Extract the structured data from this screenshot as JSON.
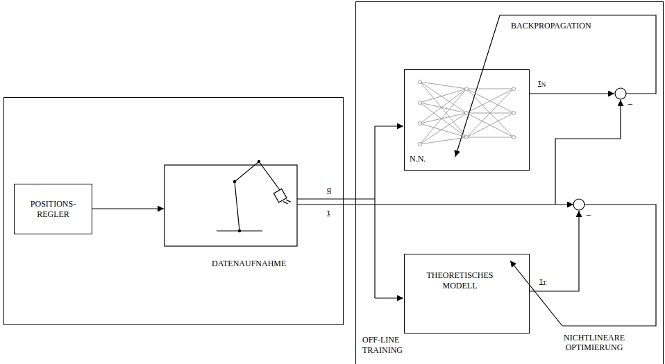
{
  "diagram": {
    "nodes": [
      {
        "text": [
          "DATENAUFNAHME"
        ]
      },
      {
        "text": [
          "POSITIONS- REGLER"
        ],
        "in": 0
      },
      {
        "text": [
          "OFF-LINE TRAINING"
        ]
      },
      {
        "text": [
          "N.N."
        ],
        "in": 2
      },
      {
        "text": [
          "THEORETISCHES MODELL"
        ],
        "in": 2
      }
    ],
    "labels": [
      "q",
      "τ",
      "BACKPROPAGATION",
      "τN",
      "−",
      "τT",
      "−",
      "NICHTLINEARE OPTIMIERUNG"
    ]
  }
}
